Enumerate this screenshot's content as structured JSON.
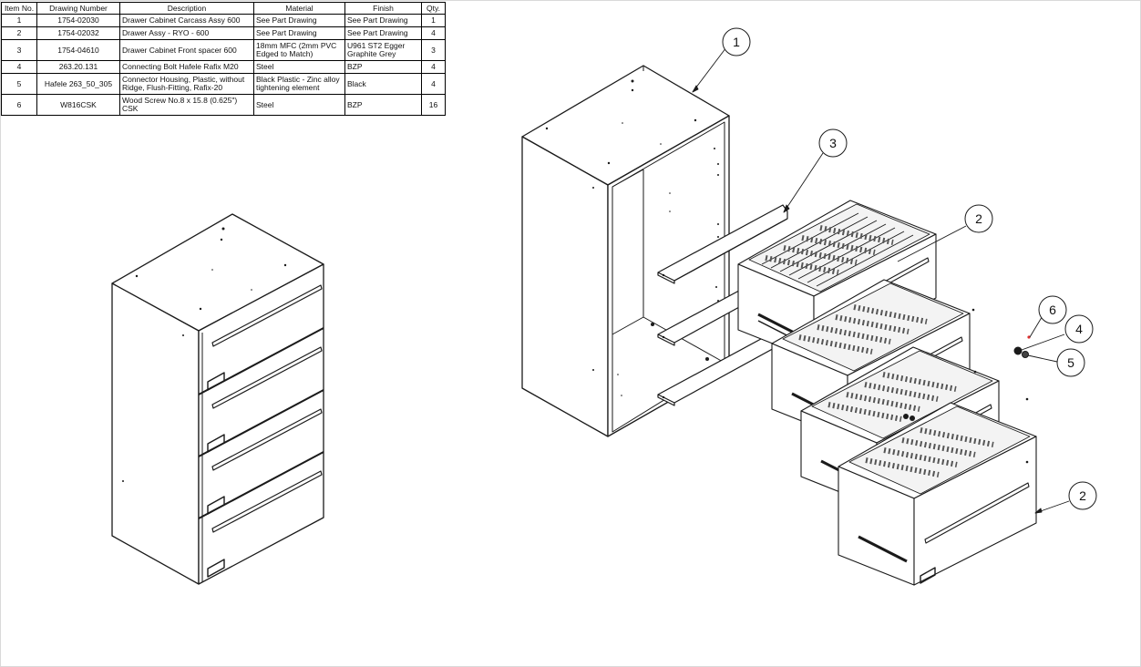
{
  "bom": {
    "headers": [
      "Item No.",
      "Drawing Number",
      "Description",
      "Material",
      "Finish",
      "Qty."
    ],
    "rows": [
      {
        "item": "1",
        "drawing": "1754-02030",
        "description": "Drawer Cabinet Carcass Assy 600",
        "material": "See Part Drawing",
        "finish": "See Part Drawing",
        "qty": "1"
      },
      {
        "item": "2",
        "drawing": "1754-02032",
        "description": "Drawer Assy - RYO - 600",
        "material": "See Part Drawing",
        "finish": "See Part Drawing",
        "qty": "4"
      },
      {
        "item": "3",
        "drawing": "1754-04610",
        "description": "Drawer Cabinet Front spacer 600",
        "material": "18mm MFC (2mm PVC Edged to Match)",
        "finish": "U961 ST2 Egger Graphite Grey",
        "qty": "3"
      },
      {
        "item": "4",
        "drawing": "263.20.131",
        "description": "Connecting Bolt Hafele Rafix M20",
        "material": "Steel",
        "finish": "BZP",
        "qty": "4"
      },
      {
        "item": "5",
        "drawing": "Hafele 263_50_305",
        "description": "Connector Housing, Plastic, without Ridge, Flush-Fitting, Rafix-20",
        "material": "Black Plastic - Zinc alloy tightening element",
        "finish": "Black",
        "qty": "4"
      },
      {
        "item": "6",
        "drawing": "W816CSK",
        "description": "Wood Screw No.8 x 15.8 (0.625\") CSK",
        "material": "Steel",
        "finish": "BZP",
        "qty": "16"
      }
    ]
  },
  "balloons": {
    "b1": "1",
    "b2a": "2",
    "b2b": "2",
    "b3": "3",
    "b4": "4",
    "b5": "5",
    "b6": "6"
  },
  "colors": {
    "line": "#1a1a1a",
    "hatch": "#444444",
    "accent_screw": "#e03030"
  }
}
